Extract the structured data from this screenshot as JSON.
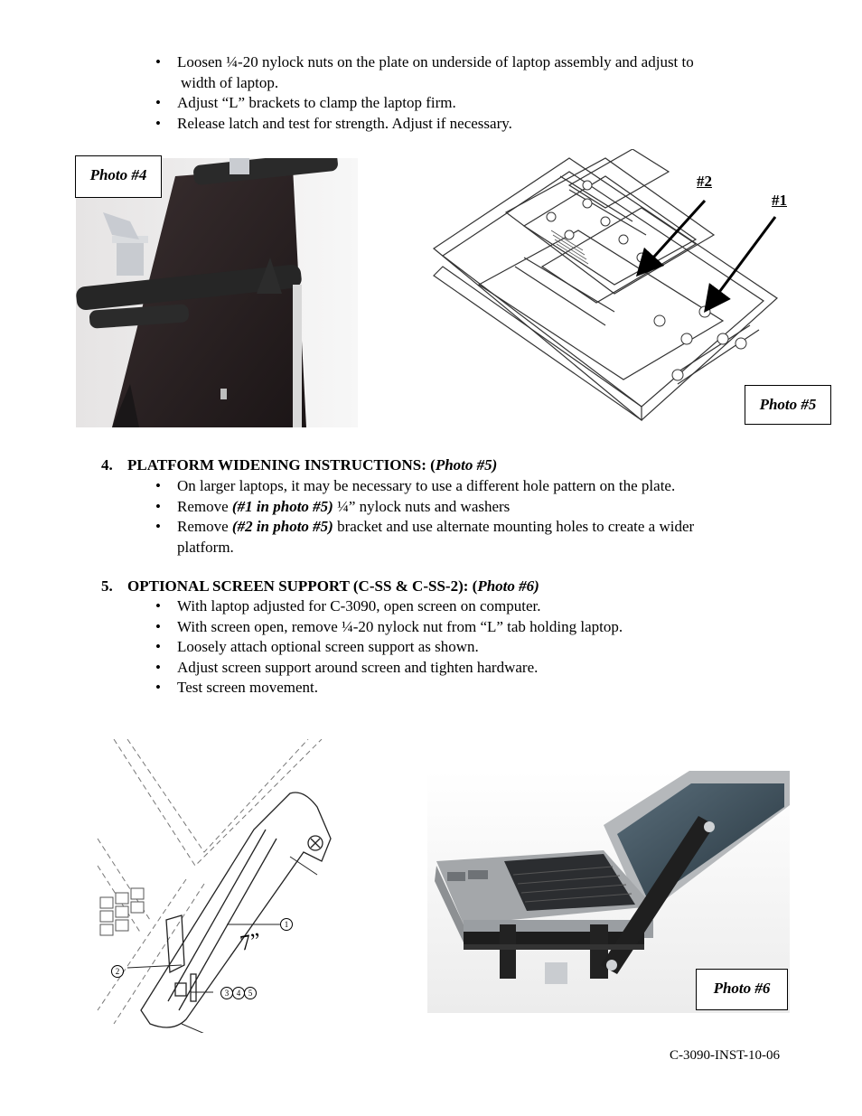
{
  "intro_bullets": [
    "Loosen ¼-20 nylock nuts on the plate on underside of laptop assembly and adjust to",
    "width of laptop.",
    "Adjust “L” brackets to clamp the laptop firm.",
    "Release latch and test for strength. Adjust if necessary."
  ],
  "photos": {
    "photo4_label": "Photo #4",
    "photo5_label": "Photo #5",
    "photo6_label": "Photo #6",
    "callout_1": "#1",
    "callout_2": "#2"
  },
  "section4": {
    "number": "4.",
    "title": "PLATFORM WIDENING INSTRUCTIONS: (",
    "title_ref": "Photo #5)",
    "bullets": [
      {
        "pre": "On larger laptops, it may be necessary to use a different hole pattern on the plate.",
        "em": "",
        "post": ""
      },
      {
        "pre": "Remove ",
        "em": "(#1 in photo #5)",
        "post": " ¼” nylock nuts and washers"
      },
      {
        "pre": "Remove ",
        "em": "(#2 in photo #5)",
        "post": " bracket and use alternate mounting holes to create a wider platform."
      }
    ]
  },
  "section5": {
    "number": "5.",
    "title": "OPTIONAL SCREEN SUPPORT (C-SS & C-SS-2): (",
    "title_ref": "Photo #6)",
    "bullets": [
      "With laptop adjusted for C-3090, open screen on computer.",
      "With screen open, remove ¼-20 nylock nut from “L” tab holding laptop.",
      "Loosely attach optional screen support as shown.",
      "Adjust screen support around screen and tighten hardware.",
      "Test screen movement."
    ]
  },
  "diagram": {
    "dimension": "7”",
    "part_1": "1",
    "part_2": "2",
    "part_3": "3",
    "part_4": "4",
    "part_5": "5"
  },
  "footer_code": "C-3090-INST-10-06"
}
